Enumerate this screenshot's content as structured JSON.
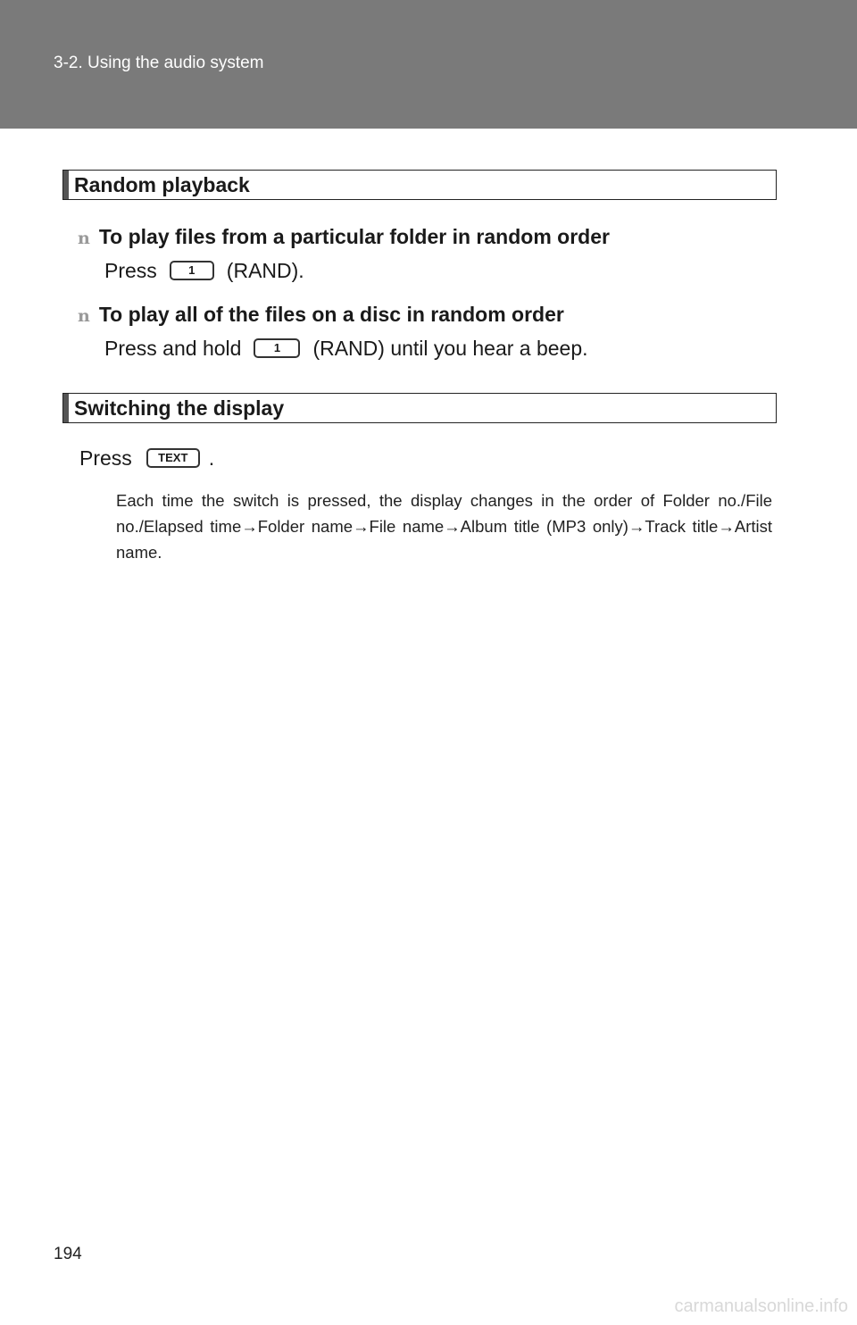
{
  "header": {
    "breadcrumb": "3-2. Using the audio system"
  },
  "sections": {
    "random": {
      "title": "Random playback",
      "item1": {
        "heading": "To play files from a particular folder in random order",
        "press": "Press",
        "key": "1",
        "suffix": "(RAND)."
      },
      "item2": {
        "heading": "To play all of the files on a disc in random order",
        "press": "Press and hold",
        "key": "1",
        "suffix": "(RAND) until you hear a beep."
      }
    },
    "display": {
      "title": "Switching the display",
      "press": "Press",
      "key": "TEXT",
      "suffix": ".",
      "note": "Each time the switch is pressed, the display changes in the order of Folder no./File no./Elapsed time→Folder name→File name→Album title (MP3 only)→Track title→Artist name."
    }
  },
  "bullet_marker": "n",
  "page_number": "194",
  "watermark": "carmanualsonline.info"
}
